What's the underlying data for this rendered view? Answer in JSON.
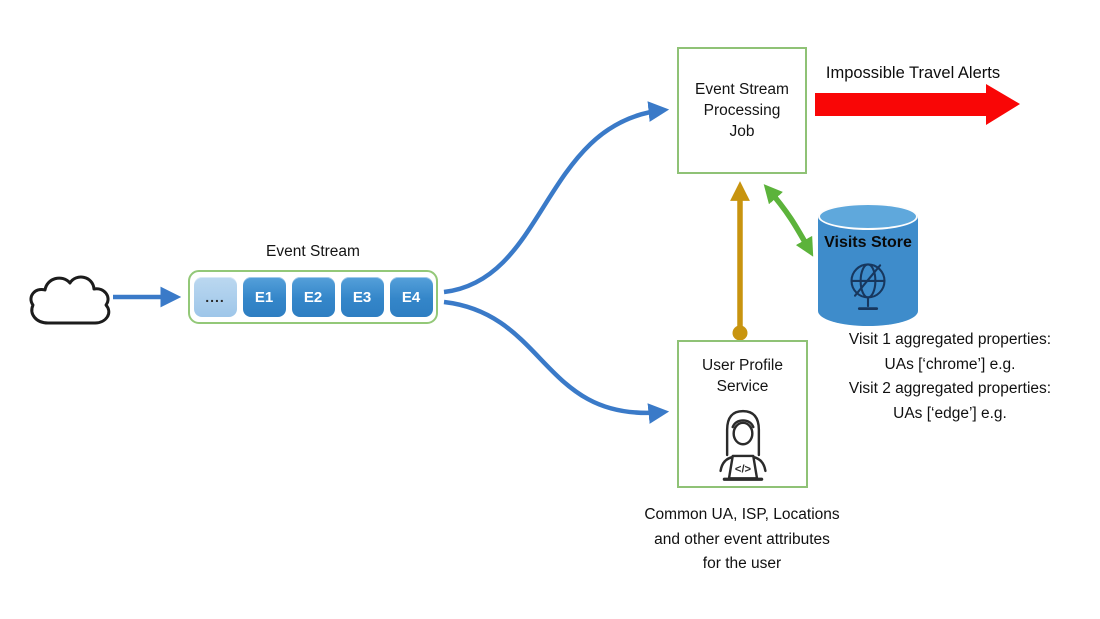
{
  "event_stream": {
    "label": "Event Stream",
    "blocks": [
      "....",
      "E1",
      "E2",
      "E3",
      "E4"
    ]
  },
  "processing_job": {
    "line1": "Event Stream",
    "line2": "Processing",
    "line3": "Job"
  },
  "alerts_label": "Impossible Travel Alerts",
  "visits_store": {
    "label": "Visits Store"
  },
  "visit_properties": {
    "line1": "Visit 1 aggregated properties:",
    "line2": "UAs [‘chrome’] e.g.",
    "line3": "Visit 2 aggregated properties:",
    "line4": "UAs [‘edge’] e.g."
  },
  "user_profile": {
    "line1": "User Profile",
    "line2": "Service",
    "laptop_text": "</>"
  },
  "user_attributes": {
    "line1": "Common UA, ISP, Locations",
    "line2": "and other event attributes",
    "line3": "for the user"
  },
  "colors": {
    "arrow_blue": "#3A7AC8",
    "arrow_orange": "#C8940F",
    "arrow_green": "#5CB33B",
    "arrow_red": "#F90606",
    "box_border_green": "#8FC276",
    "block_blue": "#3486C9",
    "block_light_blue": "#A8CCEC",
    "cylinder_blue": "#3E8CCB",
    "cylinder_top_blue": "#5FA8DC"
  }
}
